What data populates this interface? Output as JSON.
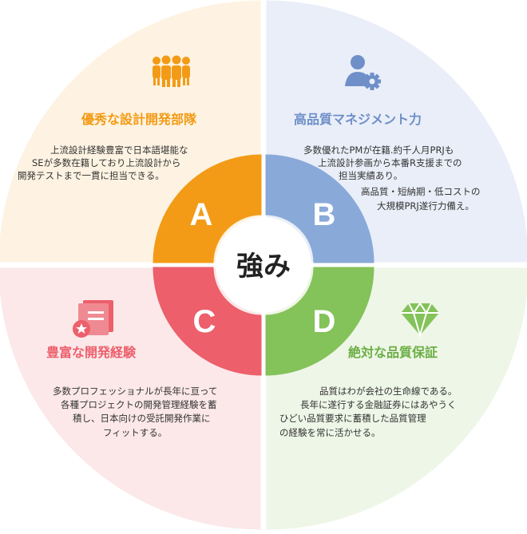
{
  "center": {
    "label": "強み"
  },
  "quadrants": [
    {
      "letter": "A",
      "title": "優秀な設計開発部隊",
      "icon": "team-people-icon",
      "lines": [
        "上流設計経験豊富で日本語堪能な",
        "SEが多数在籍しており上流設計から",
        "開発テストまで一貫に担当できる。"
      ],
      "colors": {
        "accent": "#F39B16",
        "background": "#FEF3E2"
      }
    },
    {
      "letter": "B",
      "title": "高品質マネジメント力",
      "icon": "person-gear-icon",
      "lines": [
        "多数優れたPMが在籍.約千人月PRJも",
        "上流設計参画から本番R支援までの",
        "担当実績あり。",
        "高品質・短納期・低コストの",
        "大規模PRJ遂行力備え。"
      ],
      "colors": {
        "accent": "#89A9D9",
        "background": "#E9EEF8"
      }
    },
    {
      "letter": "C",
      "title": "豊富な開発経験",
      "icon": "document-star-icon",
      "lines": [
        "多数プロフェッショナルが長年に亘って",
        "各種プロジェクトの開発管理経験を蓄",
        "積し、日本向けの受託開発作業に",
        "フィットする。"
      ],
      "colors": {
        "accent": "#EC5F6B",
        "background": "#FCE8E9"
      }
    },
    {
      "letter": "D",
      "title": "絶対な品質保証",
      "icon": "diamond-icon",
      "lines": [
        "品質はわが会社の生命線である。",
        "長年に遂行する金融証券にはあやうく",
        "ひどい品質要求に蓄積した品質管理",
        "の経験を常に活かせる。"
      ],
      "colors": {
        "accent": "#84C25A",
        "background": "#EEF6E7"
      }
    }
  ]
}
